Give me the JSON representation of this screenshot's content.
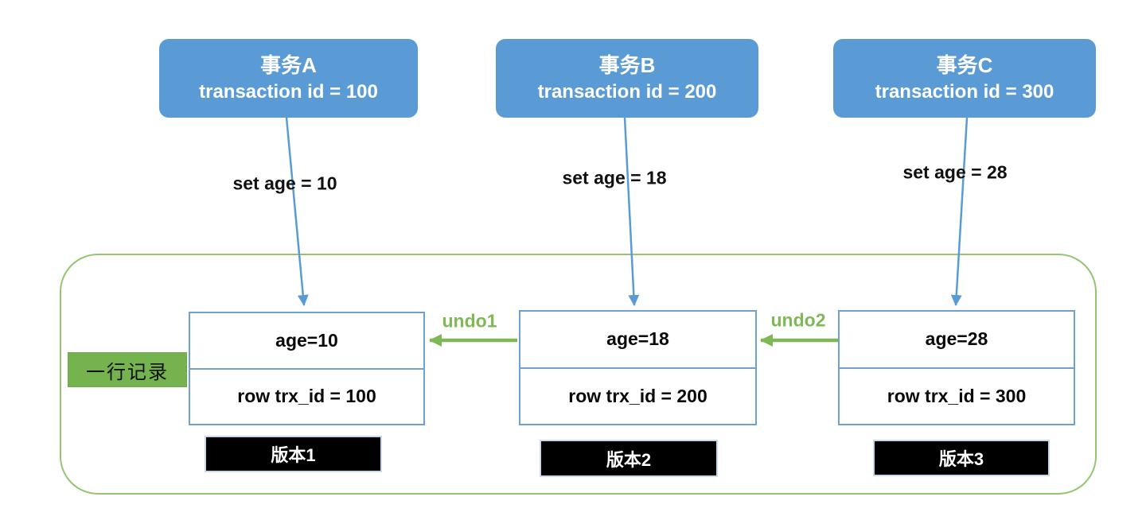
{
  "transactions": [
    {
      "name": "事务A",
      "id_label": "transaction id = 100",
      "action": "set age = 10"
    },
    {
      "name": "事务B",
      "id_label": "transaction id = 200",
      "action": "set age = 18"
    },
    {
      "name": "事务C",
      "id_label": "transaction id = 300",
      "action": "set age = 28"
    }
  ],
  "row_label": "一行记录",
  "versions": [
    {
      "age_label": "age=10",
      "trx_label": "row trx_id = 100",
      "version_label": "版本1"
    },
    {
      "age_label": "age=18",
      "trx_label": "row trx_id = 200",
      "version_label": "版本2"
    },
    {
      "age_label": "age=28",
      "trx_label": "row trx_id = 300",
      "version_label": "版本3"
    }
  ],
  "undo_links": [
    {
      "label": "undo1",
      "from": "版本2",
      "to": "版本1"
    },
    {
      "label": "undo2",
      "from": "版本3",
      "to": "版本2"
    }
  ],
  "colors": {
    "transaction_box_fill": "#5b9bd5",
    "arrow_blue": "#5b9bd5",
    "undo_green": "#7fb957",
    "container_border_green": "#93c572",
    "row_label_fill": "#74b34e",
    "record_border_blue": "#6fa0cf",
    "version_badge_fill": "#000000",
    "text_dark": "#111111",
    "text_white": "#ffffff"
  }
}
